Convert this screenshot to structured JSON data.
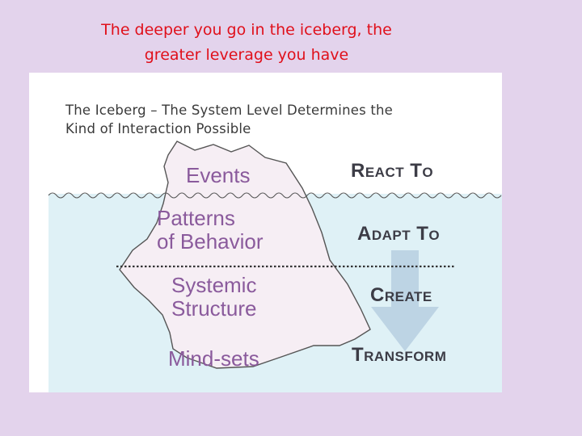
{
  "slide": {
    "title_line1": "The deeper you go in the iceberg, the",
    "title_line2": "greater leverage you have"
  },
  "diagram": {
    "title_line1": "The Iceberg – The System Level Determines the",
    "title_line2": "Kind of Interaction Possible",
    "layers": {
      "events": "Events",
      "patterns_line1": "Patterns",
      "patterns_line2": "of Behavior",
      "structure_line1": "Systemic",
      "structure_line2": "Structure",
      "mindsets": "Mind-sets"
    },
    "actions": {
      "react": "React To",
      "adapt": "Adapt To",
      "create": "Create",
      "transform": "Transform"
    },
    "colors": {
      "title_red": "#e0101b",
      "background_lilac": "#e3d3ec",
      "water": "#dff1f6",
      "ice": "#f6eef4",
      "layer_text": "#8a5a9c",
      "arrow": "#b7cfe0"
    }
  }
}
